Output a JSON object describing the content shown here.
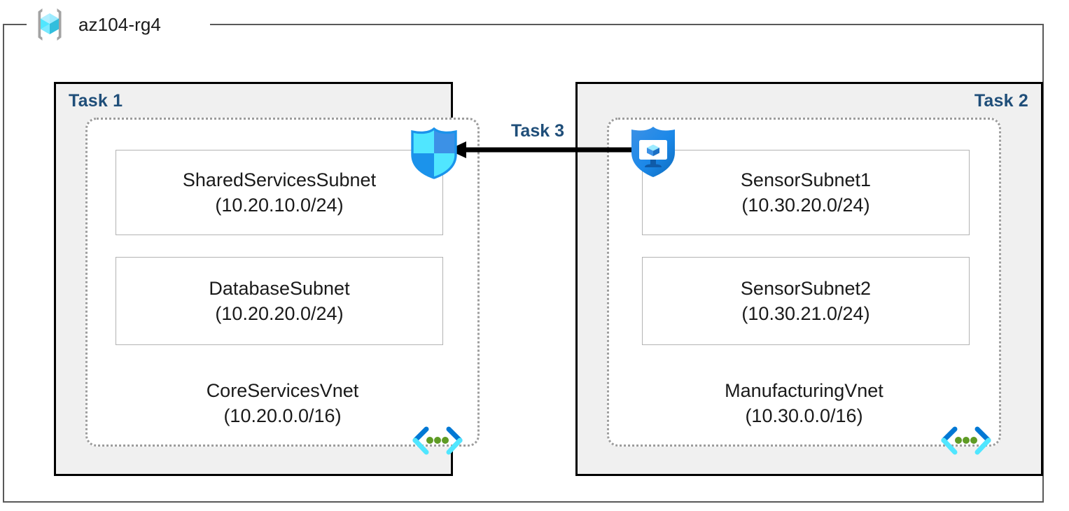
{
  "resource_group": {
    "title": "az104-rg4",
    "icon": "azure-resource-group-icon"
  },
  "tasks": [
    {
      "label": "Task 1",
      "align": "left",
      "vnet": {
        "name": "CoreServicesVnet",
        "cidr": "(10.20.0.0/16)",
        "subnets": [
          {
            "name": "SharedServicesSubnet",
            "cidr": "(10.20.10.0/24)"
          },
          {
            "name": "DatabaseSubnet",
            "cidr": "(10.20.20.0/24)"
          }
        ],
        "corner_icon": "vnet-peering-code-icon"
      }
    },
    {
      "label": "Task 2",
      "align": "right",
      "vnet": {
        "name": "ManufacturingVnet",
        "cidr": "(10.30.0.0/16)",
        "subnets": [
          {
            "name": "SensorSubnet1",
            "cidr": "(10.30.20.0/24)"
          },
          {
            "name": "SensorSubnet2",
            "cidr": "(10.30.21.0/24)"
          }
        ],
        "corner_icon": "vnet-peering-code-icon"
      }
    }
  ],
  "connection": {
    "label": "Task 3",
    "direction": "right-to-left",
    "source_icon": "defender-for-cloud-shield-icon",
    "target_icon": "network-security-group-shield-icon"
  },
  "colors": {
    "task_label": "#1F4E79",
    "panel_fill": "#f0f0f0",
    "panel_border": "#000000",
    "vnet_border": "#9c9c9c",
    "subnet_border": "#b3b3b3",
    "container_border": "#595959",
    "azure_blue": "#0078d4",
    "azure_cyan": "#50e6ff",
    "peering_green": "#5e9b24"
  }
}
